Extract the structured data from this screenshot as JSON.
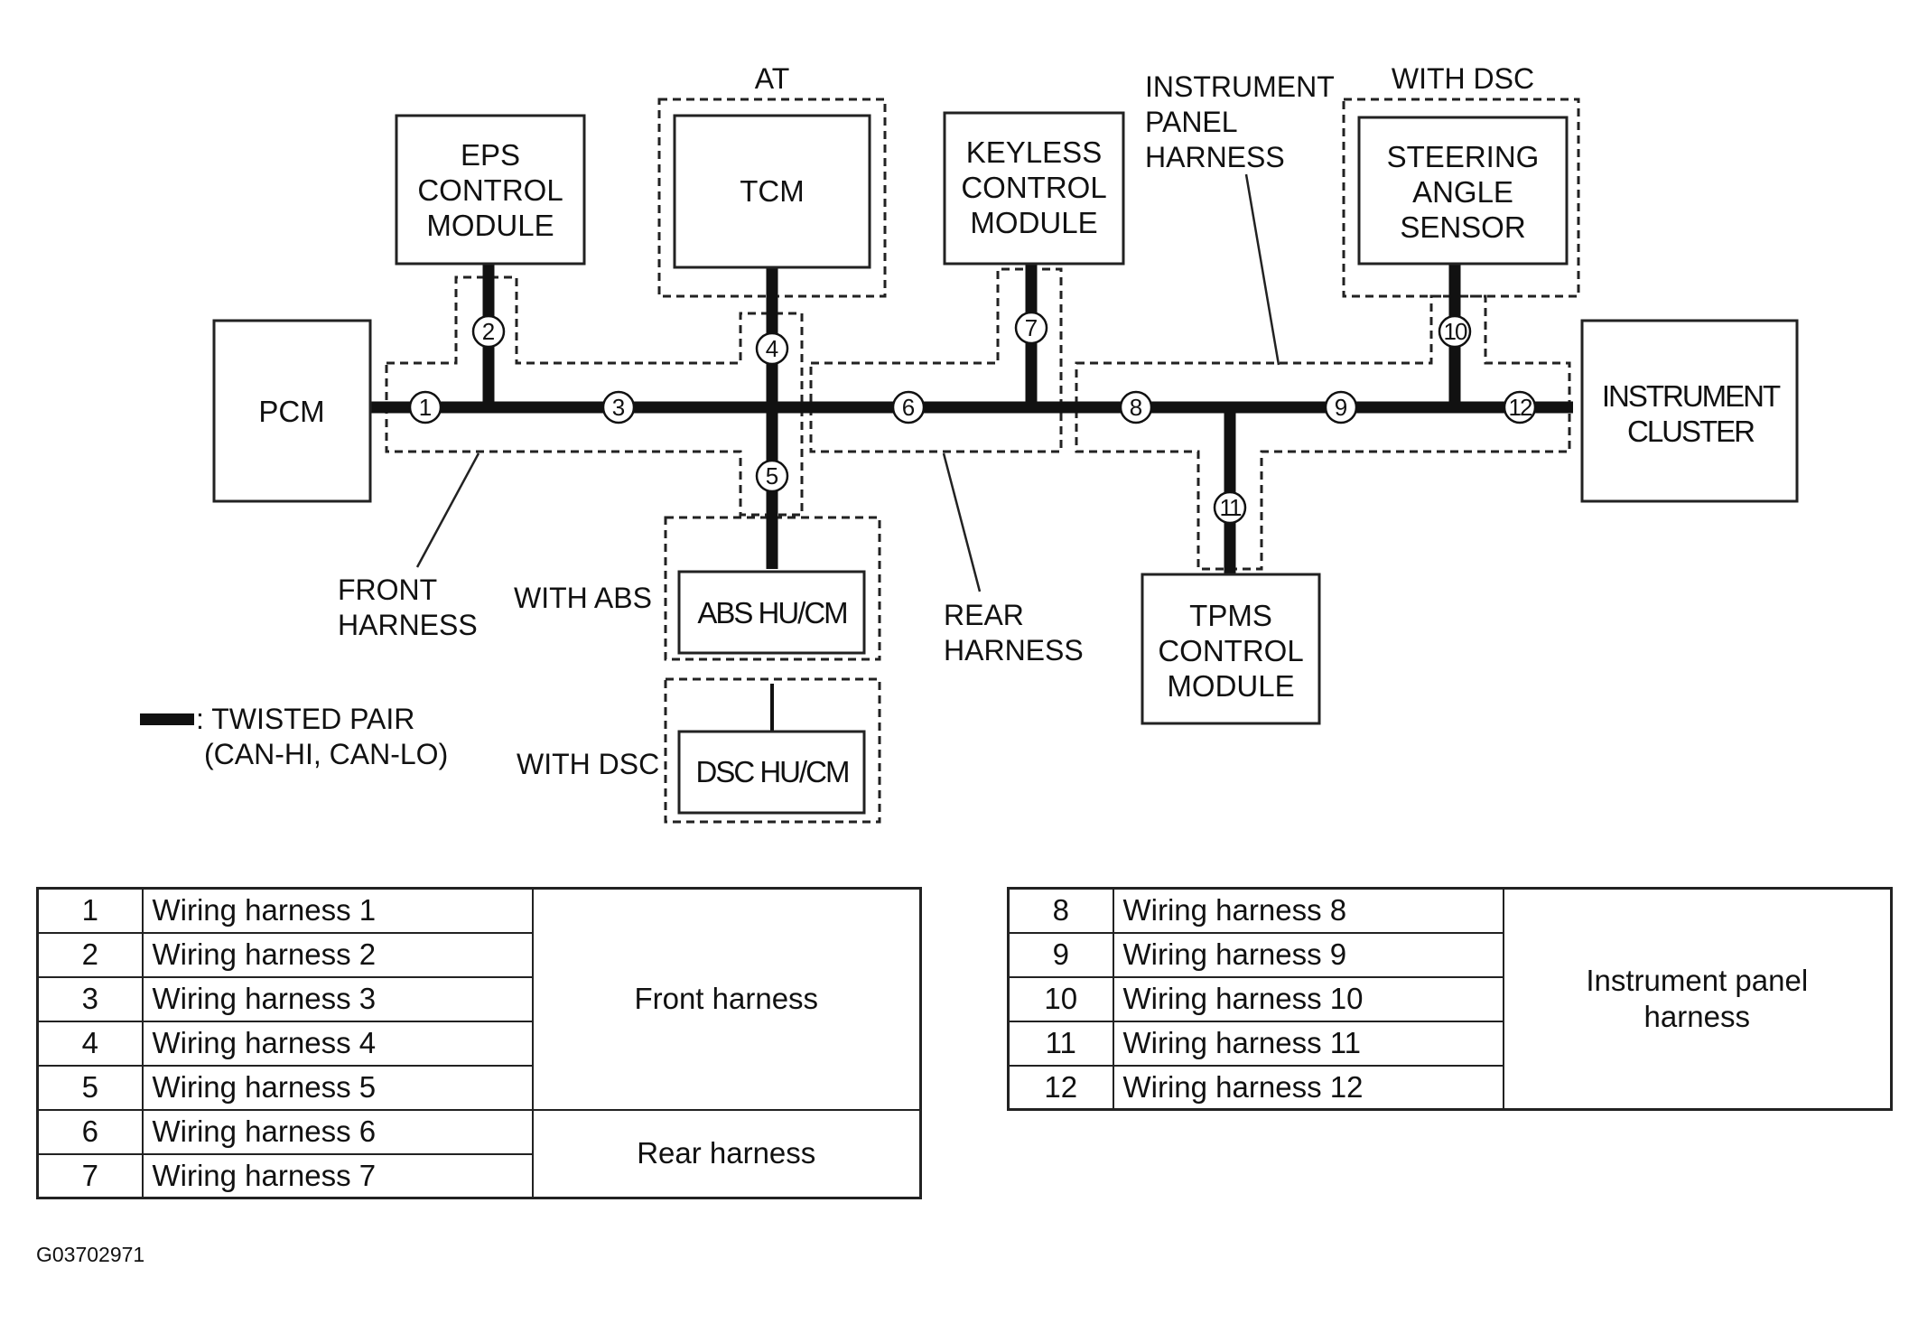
{
  "modules": {
    "pcm": [
      "PCM"
    ],
    "eps": [
      "EPS",
      "CONTROL",
      "MODULE"
    ],
    "tcm": [
      "TCM"
    ],
    "keyless": [
      "KEYLESS",
      "CONTROL",
      "MODULE"
    ],
    "steering": [
      "STEERING",
      "ANGLE",
      "SENSOR"
    ],
    "cluster": [
      "INSTRUMENT",
      "CLUSTER"
    ],
    "abs": [
      "ABS HU/CM"
    ],
    "dsc": [
      "DSC HU/CM"
    ],
    "tpms": [
      "TPMS",
      "CONTROL",
      "MODULE"
    ]
  },
  "annotations": {
    "at": "AT",
    "with_dsc_top": "WITH DSC",
    "instrument_panel_harness": [
      "INSTRUMENT",
      "PANEL",
      "HARNESS"
    ],
    "front_harness": [
      "FRONT",
      "HARNESS"
    ],
    "rear_harness": [
      "REAR",
      "HARNESS"
    ],
    "with_abs": "WITH ABS",
    "with_dsc_bottom": "WITH DSC"
  },
  "legend": {
    "line1": ": TWISTED PAIR",
    "line2": "(CAN-HI, CAN-LO)"
  },
  "connectors": [
    "1",
    "2",
    "3",
    "4",
    "5",
    "6",
    "7",
    "8",
    "9",
    "10",
    "11",
    "12"
  ],
  "table_left": {
    "rows": [
      {
        "num": "1",
        "name": "Wiring harness 1"
      },
      {
        "num": "2",
        "name": "Wiring harness 2"
      },
      {
        "num": "3",
        "name": "Wiring harness 3"
      },
      {
        "num": "4",
        "name": "Wiring harness 4"
      },
      {
        "num": "5",
        "name": "Wiring harness 5"
      },
      {
        "num": "6",
        "name": "Wiring harness 6"
      },
      {
        "num": "7",
        "name": "Wiring harness 7"
      }
    ],
    "groups": [
      "Front harness",
      "Rear harness"
    ]
  },
  "table_right": {
    "rows": [
      {
        "num": "8",
        "name": "Wiring harness 8"
      },
      {
        "num": "9",
        "name": "Wiring harness 9"
      },
      {
        "num": "10",
        "name": "Wiring harness 10"
      },
      {
        "num": "11",
        "name": "Wiring harness 11"
      },
      {
        "num": "12",
        "name": "Wiring harness 12"
      }
    ],
    "group_lines": [
      "Instrument panel",
      "harness"
    ]
  },
  "figure_id": "G03702971"
}
